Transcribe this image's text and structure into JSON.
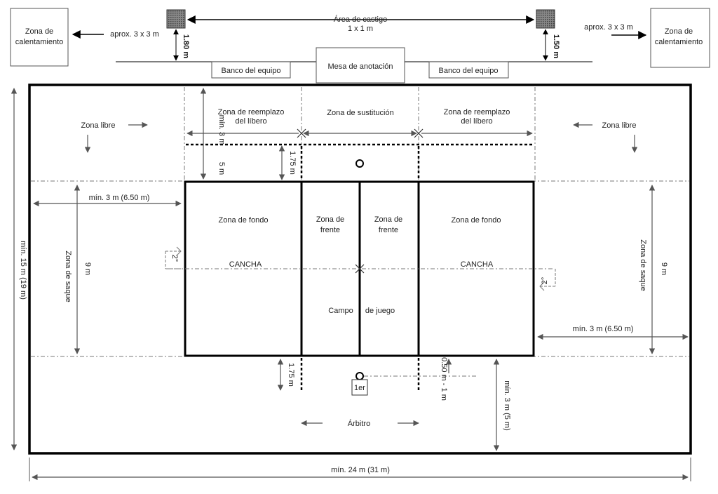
{
  "top": {
    "penalty_area": "Área de castigo",
    "penalty_size": "1 x 1 m",
    "warmup_left": "Zona de calentamiento",
    "warmup_right": "Zona de calentamiento",
    "warmup_size_left": "aprox. 3 x 3 m",
    "warmup_size_right": "aprox. 3 x 3 m",
    "penalty_dist_left": "1.80 m",
    "penalty_dist_right": "1.50 m",
    "bench_left": "Banco del equipo",
    "bench_right": "Banco del equipo",
    "scorer_table": "Mesa de anotación"
  },
  "zones": {
    "free_left": "Zona libre",
    "free_right": "Zona libre",
    "libero_left": "Zona de reemplazo del líbero",
    "libero_right": "Zona de reemplazo del líbero",
    "substitution": "Zona de sustitución",
    "back_left": "Zona de fondo",
    "back_right": "Zona de fondo",
    "front_left": "Zona de frente",
    "front_right": "Zona de frente",
    "court_left": "CANCHA",
    "court_right": "CANCHA",
    "playing_field_a": "Campo",
    "playing_field_b": "de juego",
    "serve_left": "Zona de saque",
    "serve_right": "Zona de saque",
    "referee": "Árbitro",
    "ref_box": "1er"
  },
  "dims": {
    "min3_left": "mín. 3 m   (6.50 m)",
    "min3_right": "mín. 3 m   (6.50 m)",
    "nine_left": "9 m",
    "nine_right": "9 m",
    "min15": "mín. 15 m (19 m)",
    "min24": "mín. 24 m (31 m)",
    "min3_bottom": "mín. 3 m   (5 m)",
    "d175_top": "1.75 m",
    "d175_bottom": "1.75 m",
    "d050": "0.50 m - 1 m",
    "min3_top": "mín. 3 m",
    "five_m": "5 m"
  }
}
